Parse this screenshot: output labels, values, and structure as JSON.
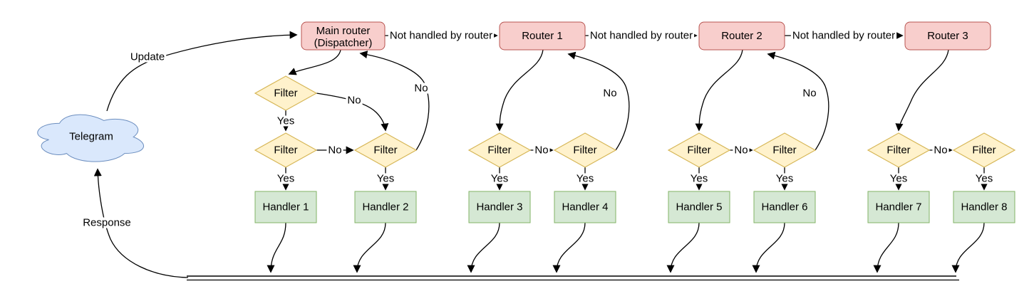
{
  "diagram": {
    "background": "#ffffff",
    "telegram_cloud": {
      "label": "Telegram",
      "fill": "#dae8fc",
      "stroke": "#6c8ebf"
    },
    "main_router": {
      "label_line1": "Main router",
      "label_line2": "(Dispatcher)"
    },
    "routers": [
      {
        "label": "Router 1"
      },
      {
        "label": "Router 2"
      },
      {
        "label": "Router 3"
      }
    ],
    "router_style": {
      "fill": "#f8cecc",
      "stroke": "#b85450"
    },
    "filter_label": "Filter",
    "filter_style": {
      "fill": "#fff2cc",
      "stroke": "#d6b656"
    },
    "handlers": [
      "Handler 1",
      "Handler 2",
      "Handler 3",
      "Handler 4",
      "Handler 5",
      "Handler 6",
      "Handler 7",
      "Handler 8"
    ],
    "handler_style": {
      "fill": "#d5e8d4",
      "stroke": "#82b366"
    },
    "edge_labels": {
      "update": "Update",
      "response": "Response",
      "not_handled": "Not handled by router",
      "yes": "Yes",
      "no": "No"
    },
    "line_color": "#000000",
    "text_color": "#000000"
  }
}
